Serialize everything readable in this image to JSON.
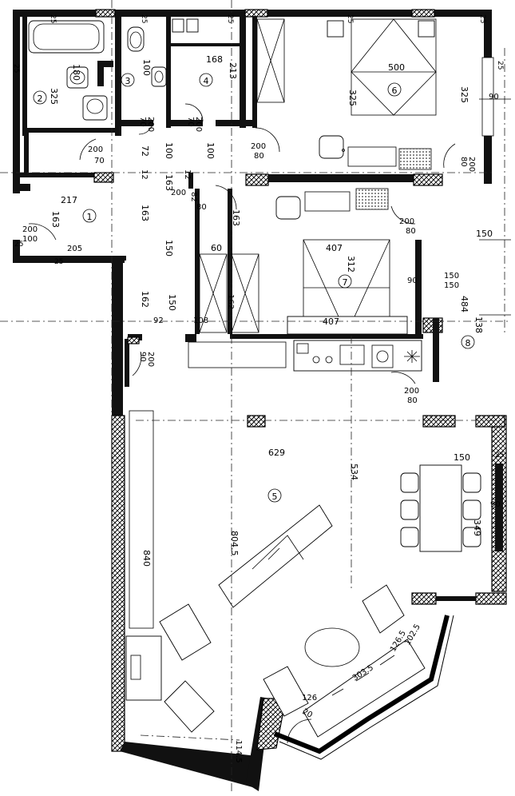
{
  "rooms": [
    {
      "number": "1"
    },
    {
      "number": "2"
    },
    {
      "number": "3"
    },
    {
      "number": "4"
    },
    {
      "number": "5"
    },
    {
      "number": "6"
    },
    {
      "number": "7"
    },
    {
      "number": "8"
    }
  ],
  "dimensions": {
    "d25": "25",
    "d180": "180",
    "d325": "325",
    "d100": "100",
    "d213": "213",
    "d168": "168",
    "d500": "500",
    "d70": "70",
    "d200": "200",
    "d72": "72",
    "d80": "80",
    "d90": "90",
    "d163": "163",
    "d217": "217",
    "d205": "205",
    "d82": "82",
    "d60": "60",
    "d407": "407",
    "d312": "312",
    "d150": "150",
    "d484": "484",
    "d138": "138",
    "d162": "162",
    "d108": "108",
    "d92": "92",
    "d12": "12",
    "d629": "629",
    "d534": "534",
    "d840": "840",
    "d8045": "804.5",
    "d349": "349",
    "d1025": "102.5",
    "d1265": "126.5",
    "d3035": "303.5",
    "d126": "126",
    "d1145": "114.5",
    "d20": "20"
  }
}
